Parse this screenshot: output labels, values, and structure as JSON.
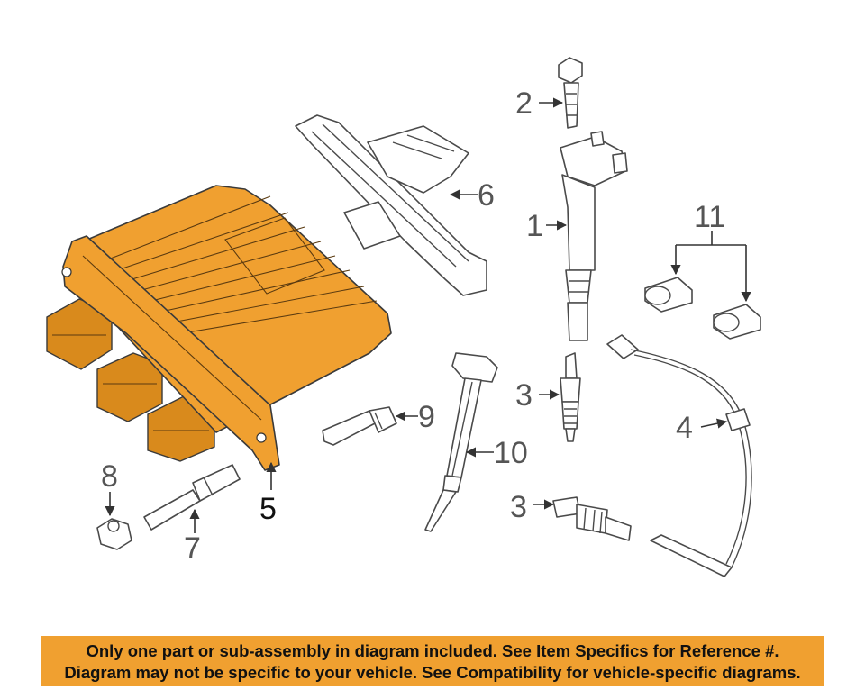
{
  "diagram": {
    "callouts": {
      "c1": "1",
      "c2": "2",
      "c3a": "3",
      "c3b": "3",
      "c4": "4",
      "c5": "5",
      "c6": "6",
      "c7": "7",
      "c8": "8",
      "c9": "9",
      "c10": "10",
      "c11": "11"
    },
    "colors": {
      "highlight": "#f0a030",
      "outline": "#4a4a4a"
    }
  },
  "banner": {
    "line1": "Only one part or sub-assembly in diagram included. See Item Specifics for Reference #.",
    "line2": "Diagram may not be specific to your vehicle. See Compatibility for vehicle-specific diagrams."
  }
}
